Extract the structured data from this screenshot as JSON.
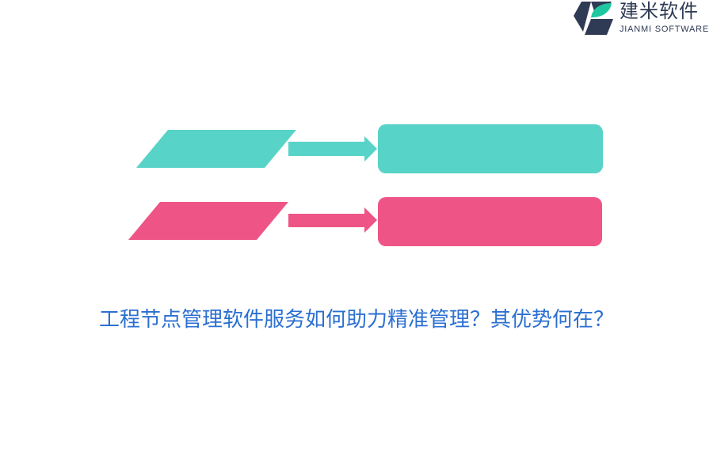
{
  "logo": {
    "name_cn": "建米软件",
    "name_en": "JIANMI SOFTWARE",
    "colors": {
      "dark": "#2f3a55",
      "green": "#1fc7a0"
    }
  },
  "diagram": {
    "rows": [
      {
        "color": "#58d3c8"
      },
      {
        "color": "#ee5586"
      }
    ]
  },
  "headline": "工程节点管理软件服务如何助力精准管理？其优势何在？",
  "colors": {
    "headline": "#2b6fd1",
    "teal": "#58d3c8",
    "pink": "#ee5586"
  }
}
